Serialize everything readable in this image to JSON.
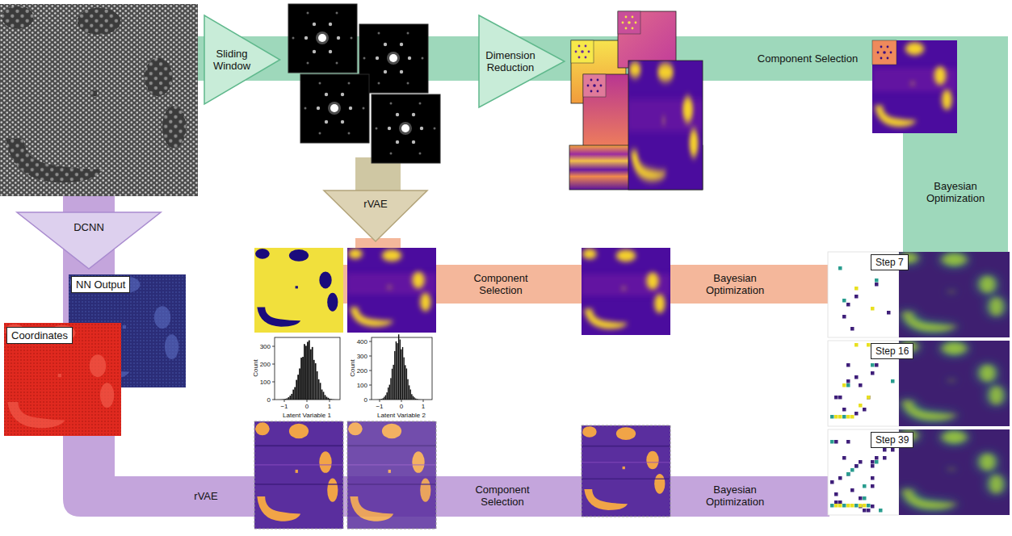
{
  "diagram": {
    "nodes": [
      {
        "text": [
          "Sliding Window"
        ]
      },
      {
        "text": [
          "Dimension Reduction"
        ]
      },
      {
        "text": [
          "Component Selection"
        ]
      },
      {
        "text": [
          "Bayesian Optimization"
        ]
      },
      {
        "text": [
          "rVAE"
        ]
      },
      {
        "text": [
          "Component Selection"
        ]
      },
      {
        "text": [
          "Bayesian Optimization"
        ]
      },
      {
        "text": [
          "DCNN"
        ]
      },
      {
        "text": [
          "NN Output"
        ]
      },
      {
        "text": [
          "Coordinates"
        ]
      },
      {
        "text": [
          "rVAE"
        ]
      },
      {
        "text": [
          "Component Selection"
        ]
      },
      {
        "text": [
          "Bayesian Optimization"
        ]
      },
      {
        "text": [
          "Step 7"
        ]
      },
      {
        "text": [
          "Step 16"
        ]
      },
      {
        "text": [
          "Step 39"
        ]
      }
    ],
    "labels": [
      "300",
      "200",
      "100",
      "0",
      "−1",
      "0",
      "1",
      "Count",
      "Latent Variable 1",
      "400",
      "300",
      "200",
      "100",
      "0",
      "−1",
      "0",
      "1",
      "Count",
      "Latent Variable 2"
    ]
  }
}
